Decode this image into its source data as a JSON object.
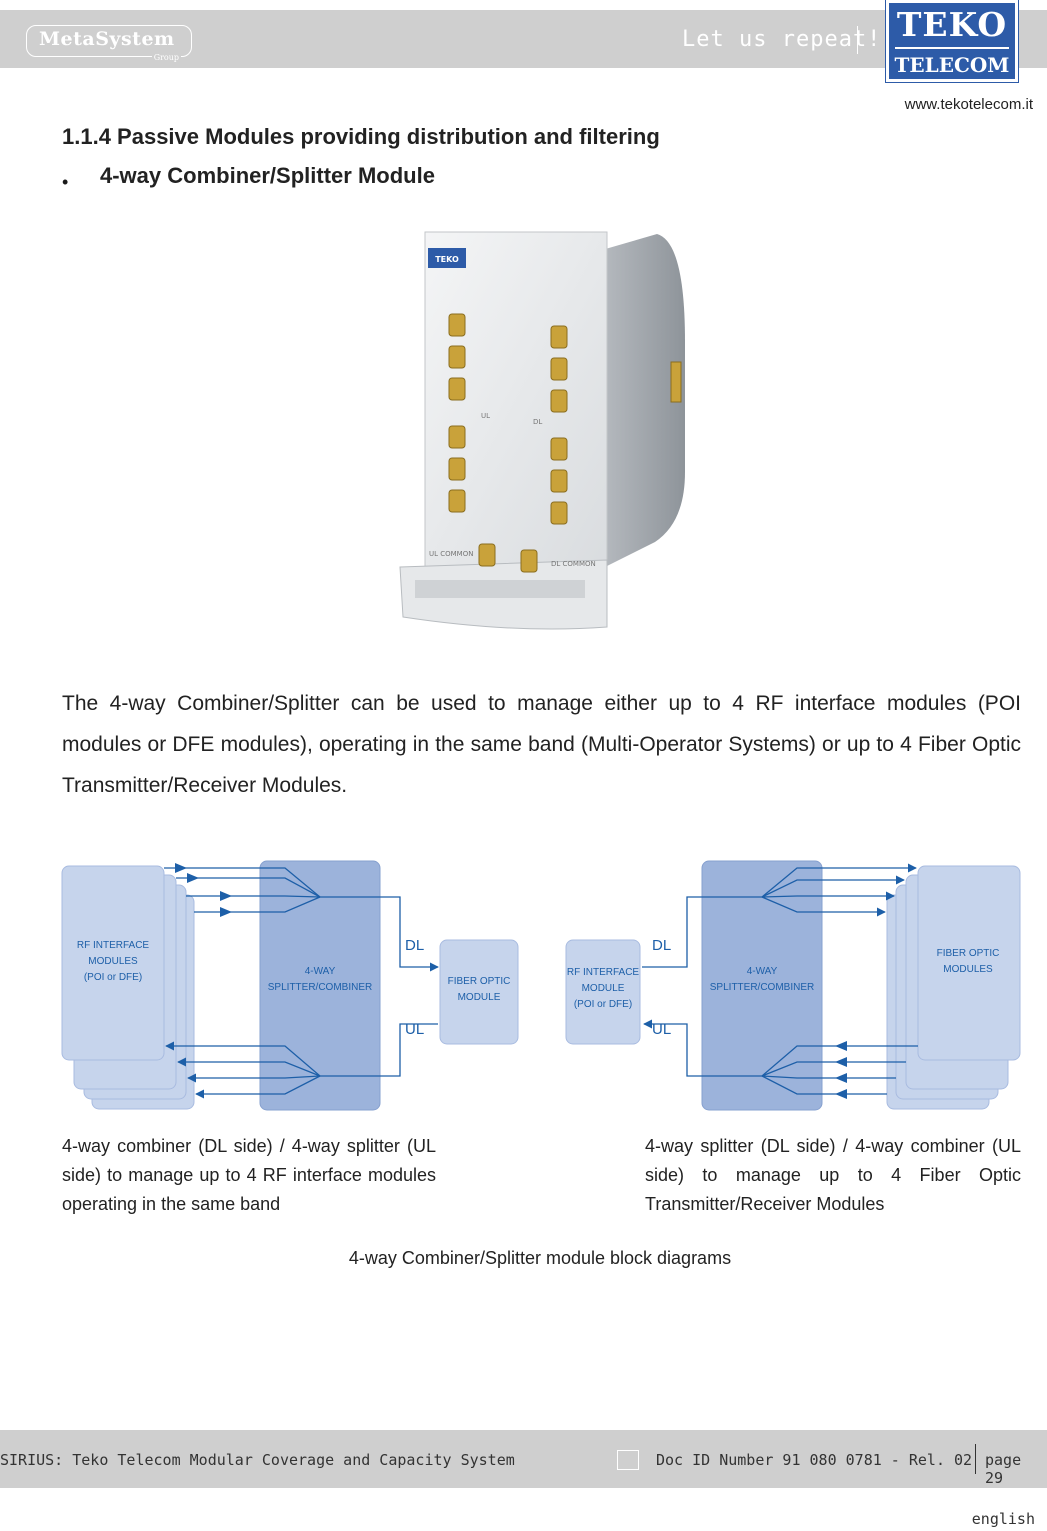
{
  "header": {
    "brand_left": "MetaSystem",
    "brand_left_sub": "Group",
    "tagline": "Let us repeat!",
    "brand_right_top": "TEKO",
    "brand_right_bottom": "TELECOM",
    "website": "www.tekotelecom.it"
  },
  "section": {
    "heading": "1.1.4  Passive Modules providing distribution and filtering",
    "bullet": "•",
    "subheading": "4-way Combiner/Splitter Module"
  },
  "photo": {
    "brand_mark": "TEKO",
    "labels": [
      "UL",
      "DL",
      "UL COMMON",
      "DL COMMON"
    ]
  },
  "body": {
    "paragraph": "The 4-way Combiner/Splitter can be used to manage either up to 4 RF interface modules (POI modules or DFE modules), operating in the same band (Multi-Operator Systems) or up to 4 Fiber Optic Transmitter/Receiver Modules."
  },
  "diagram_left": {
    "rf_label_1": "RF INTERFACE",
    "rf_label_2": "MODULES",
    "rf_label_3": "(POI or DFE)",
    "splitter_label_1": "4-WAY",
    "splitter_label_2": "SPLITTER/COMBINER",
    "dl": "DL",
    "ul": "UL",
    "fiber_label_1": "FIBER OPTIC",
    "fiber_label_2": "MODULE"
  },
  "diagram_right": {
    "rf_label_1": "RF INTERFACE",
    "rf_label_2": "MODULE",
    "rf_label_3": "(POI or DFE)",
    "dl": "DL",
    "ul": "UL",
    "splitter_label_1": "4-WAY",
    "splitter_label_2": "SPLITTER/COMBINER",
    "fiber_label_1": "FIBER OPTIC",
    "fiber_label_2": "MODULES"
  },
  "captions": {
    "left": "4-way combiner (DL side) / 4-way splitter (UL side) to manage up to 4 RF interface modules operating in the same band",
    "right": "4-way splitter (DL side) / 4-way combiner (UL side) to manage up to 4 Fiber Optic Transmitter/Receiver Modules",
    "figure": "4-way Combiner/Splitter module block diagrams"
  },
  "footer": {
    "title": "SIRIUS: Teko Telecom Modular Coverage and Capacity System",
    "doc_id": "Doc ID Number 91 080 0781 - Rel. 02",
    "page": "page 29",
    "language": "english"
  },
  "colors": {
    "header_gray": "#cfcfcf",
    "teko_blue": "#2d5ba8",
    "diagram_line": "#1d5fa8",
    "module_fill": "#c6d4ec",
    "splitter_fill": "#9cb3db"
  }
}
